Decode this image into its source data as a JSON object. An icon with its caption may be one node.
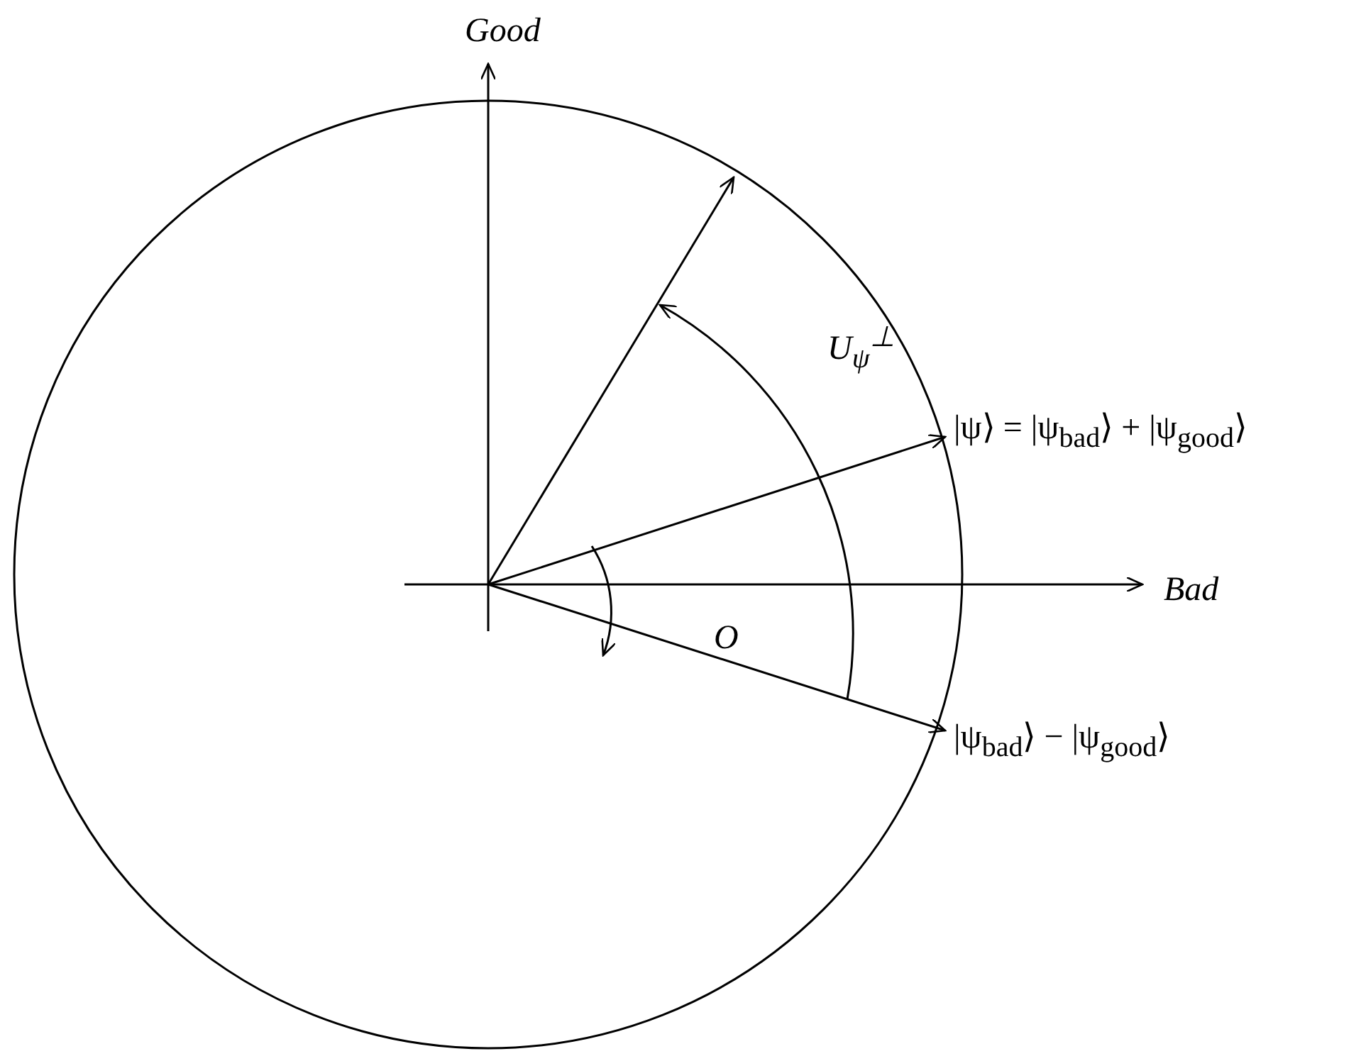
{
  "diagram": {
    "labels": [
      "Good",
      "U$_{ψ}$$^{⊥}$",
      "|ψ⟩ = |ψ$_{bad}$⟩ + |ψ$_{good}$⟩",
      "Bad",
      "O",
      "|ψ$_{bad}$⟩ − |ψ$_{good}$⟩"
    ]
  }
}
